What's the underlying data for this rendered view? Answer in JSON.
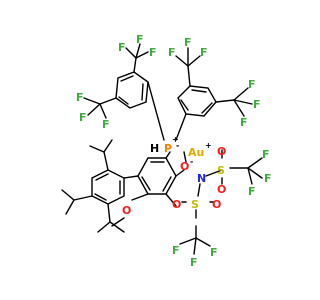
{
  "colors": {
    "fluorine": "#3dad3d",
    "oxygen": "#ff1a1a",
    "sulfur": "#bfbf00",
    "nitrogen": "#2424e8",
    "phosphorus": "#ff8000",
    "gold": "#e0a800",
    "carbon": "#000000"
  },
  "atoms": {
    "F": "F",
    "O": "O",
    "S": "S",
    "N": "N",
    "P": "P",
    "H": "H",
    "Au": "Au"
  },
  "charges": {
    "plus": "+",
    "minus": "-"
  }
}
